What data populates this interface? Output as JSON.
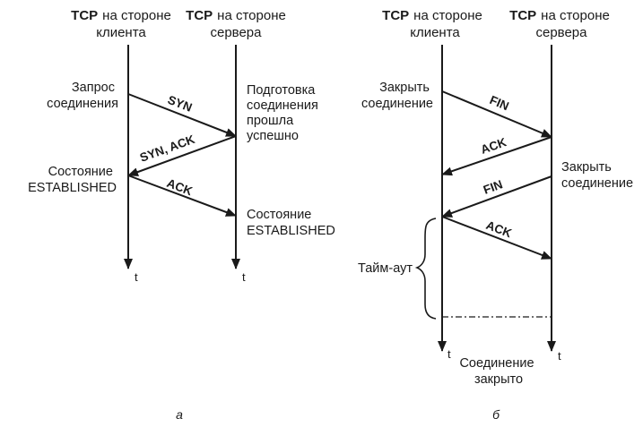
{
  "panel_a": {
    "client_header": {
      "tcp": "TCP",
      "line1": "на стороне",
      "line2": "клиента"
    },
    "server_header": {
      "tcp": "TCP",
      "line1": "на стороне",
      "line2": "сервера"
    },
    "request_label": [
      "Запрос",
      "соединения"
    ],
    "server_ready_label": [
      "Подготовка",
      "соединения",
      "прошла",
      "успешно"
    ],
    "client_state_label": [
      "Состояние",
      "ESTABLISHED"
    ],
    "server_state_label": [
      "Состояние",
      "ESTABLISHED"
    ],
    "messages": {
      "syn": "SYN",
      "syn_ack": "SYN, ACK",
      "ack": "ACK"
    },
    "time_labels": {
      "client": "t",
      "server": "t"
    },
    "caption": "а"
  },
  "panel_b": {
    "client_header": {
      "tcp": "TCP",
      "line1": "на стороне",
      "line2": "клиента"
    },
    "server_header": {
      "tcp": "TCP",
      "line1": "на стороне",
      "line2": "сервера"
    },
    "client_close_label": [
      "Закрыть",
      "соединение"
    ],
    "server_close_label": [
      "Закрыть",
      "соединение"
    ],
    "timeout_label": "Тайм-аут",
    "closed_label": [
      "Соединение",
      "закрыто"
    ],
    "messages": {
      "fin1": "FIN",
      "ack1": "ACK",
      "fin2": "FIN",
      "ack2": "ACK"
    },
    "time_labels": {
      "client": "t",
      "server": "t"
    },
    "caption": "б"
  }
}
